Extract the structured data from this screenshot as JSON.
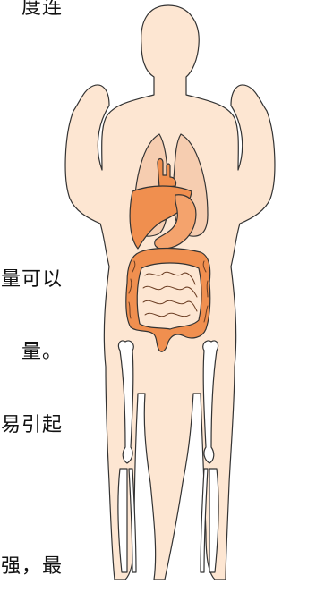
{
  "text_fragments": [
    "度连",
    "量可以",
    "量。",
    "易引起",
    "强，最"
  ],
  "colors": {
    "skin": "#fde6d2",
    "outline": "#333333",
    "lung": "#f6cdb0",
    "organ_dark": "#f08f4f",
    "organ_mid": "#f4a36d",
    "bone": "#ffffff",
    "background": "#ffffff"
  }
}
